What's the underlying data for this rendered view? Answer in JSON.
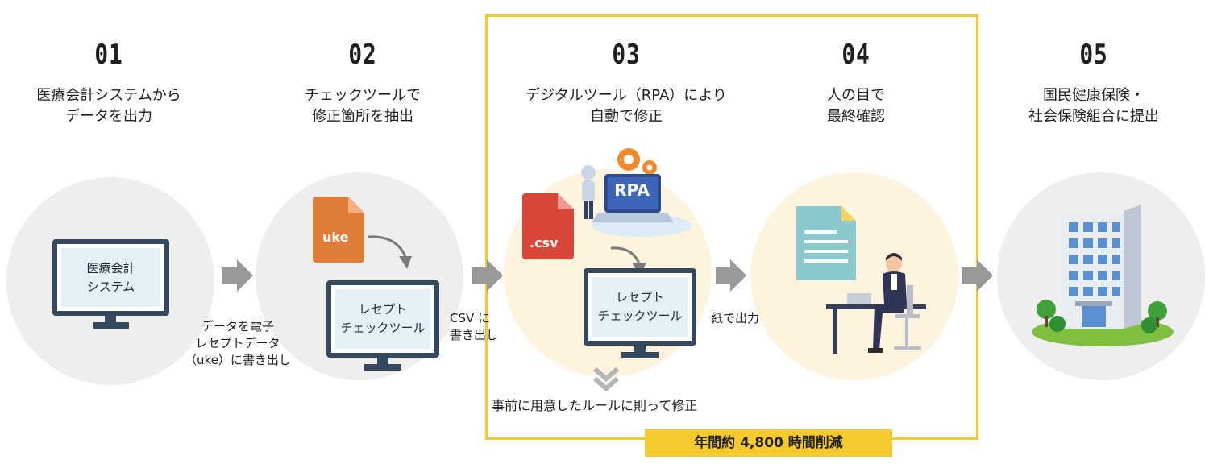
{
  "steps": [
    {
      "num": "01",
      "title": [
        "医療会計システムから",
        "データを出力"
      ]
    },
    {
      "num": "02",
      "title": [
        "チェックツールで",
        "修正箇所を抽出"
      ]
    },
    {
      "num": "03",
      "title": [
        "デジタルツール（RPA）により",
        "自動で修正"
      ]
    },
    {
      "num": "04",
      "title": [
        "人の目で",
        "最終確認"
      ]
    },
    {
      "num": "05",
      "title": [
        "国民健康保険・",
        "社会保険組合に提出"
      ]
    }
  ],
  "step1_screen": [
    "医療会計",
    "システム"
  ],
  "step2_file": "uke",
  "step2_screen": [
    "レセプト",
    "チェックツール"
  ],
  "step3_file": ".csv",
  "step3_rpa": "RPA",
  "step3_screen": [
    "レセプト",
    "チェックツール"
  ],
  "notes": {
    "between_1_2": [
      "データを電子",
      "レセプトデータ",
      "（uke）に書き出し"
    ],
    "between_2_3": [
      "CSV に",
      "書き出し"
    ],
    "between_3_4": "紙で出力",
    "rule_fix": "事前に用意したルールに則って修正"
  },
  "highlight_badge": "年間約 4,800 時間削減",
  "colors": {
    "highlight": "#f6c92d",
    "monitor": "#34495e",
    "arrow": "#999999",
    "uke_file": "#e07b39",
    "csv_file": "#d9473b"
  }
}
